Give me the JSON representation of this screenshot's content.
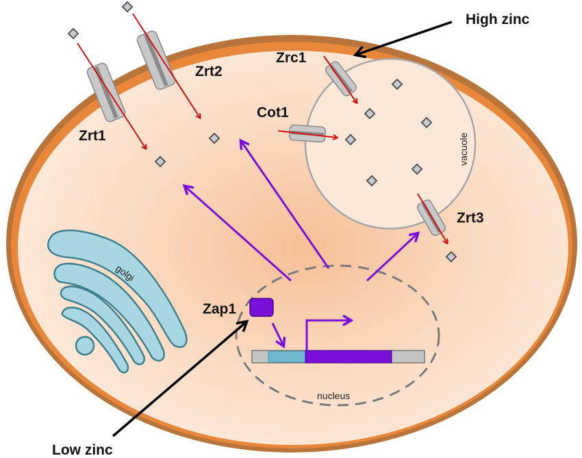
{
  "diagram": {
    "title": "Zinc homeostasis in yeast cell",
    "labels": {
      "high_zinc": "High zinc",
      "low_zinc": "Low zinc",
      "zrt1": "Zrt1",
      "zrt2": "Zrt2",
      "zrc1": "Zrc1",
      "cot1": "Cot1",
      "zrt3": "Zrt3",
      "zap1": "Zap1",
      "vacuole": "vacuole",
      "golgi": "golgi",
      "nucleus": "nucleus"
    },
    "colors": {
      "cell_wall": "#b8743a",
      "cell_membrane": "#e8873a",
      "cytoplasm": "#fce6d4",
      "cytoplasm_center": "#f6c39c",
      "vacuole_fill": "#fce8d8",
      "vacuole_border": "#a6a6a6",
      "transporter": "#c8c8c8",
      "zinc_ion": "#c8ccd0",
      "transport_arrow": "#d01010",
      "regulation_arrow": "#7a10d8",
      "zap1": "#7a10d8",
      "golgi": "#a8d6e2",
      "golgi_border": "#3e8090",
      "gene_promoter": "#6fb8d0",
      "gene_coding": "#7a10d8",
      "gene_flank": "#c4c4c4",
      "nucleus_border": "#7a7a7a"
    }
  }
}
